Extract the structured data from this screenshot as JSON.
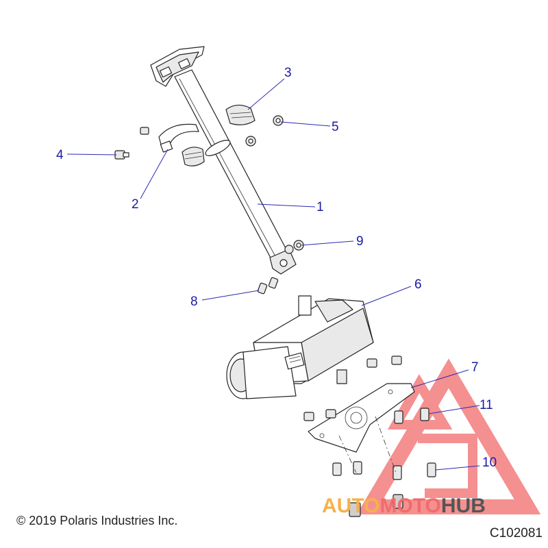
{
  "callouts": [
    {
      "id": "1",
      "label": "1"
    },
    {
      "id": "2",
      "label": "2"
    },
    {
      "id": "3",
      "label": "3"
    },
    {
      "id": "4",
      "label": "4"
    },
    {
      "id": "5",
      "label": "5"
    },
    {
      "id": "6",
      "label": "6"
    },
    {
      "id": "7",
      "label": "7"
    },
    {
      "id": "8",
      "label": "8"
    },
    {
      "id": "9",
      "label": "9"
    },
    {
      "id": "10",
      "label": "10"
    },
    {
      "id": "11",
      "label": "11"
    }
  ],
  "footer": {
    "copyright": "© 2019 Polaris Industries Inc.",
    "diagram_id": "C102081"
  },
  "watermark": {
    "part1": "AUTO",
    "part2": "MOTO",
    "part3": "HUB",
    "color_red": "#f26b6b",
    "color_orange": "#f5b24a",
    "color_gray": "#555555"
  },
  "colors": {
    "callout": "#1a1aa6"
  }
}
